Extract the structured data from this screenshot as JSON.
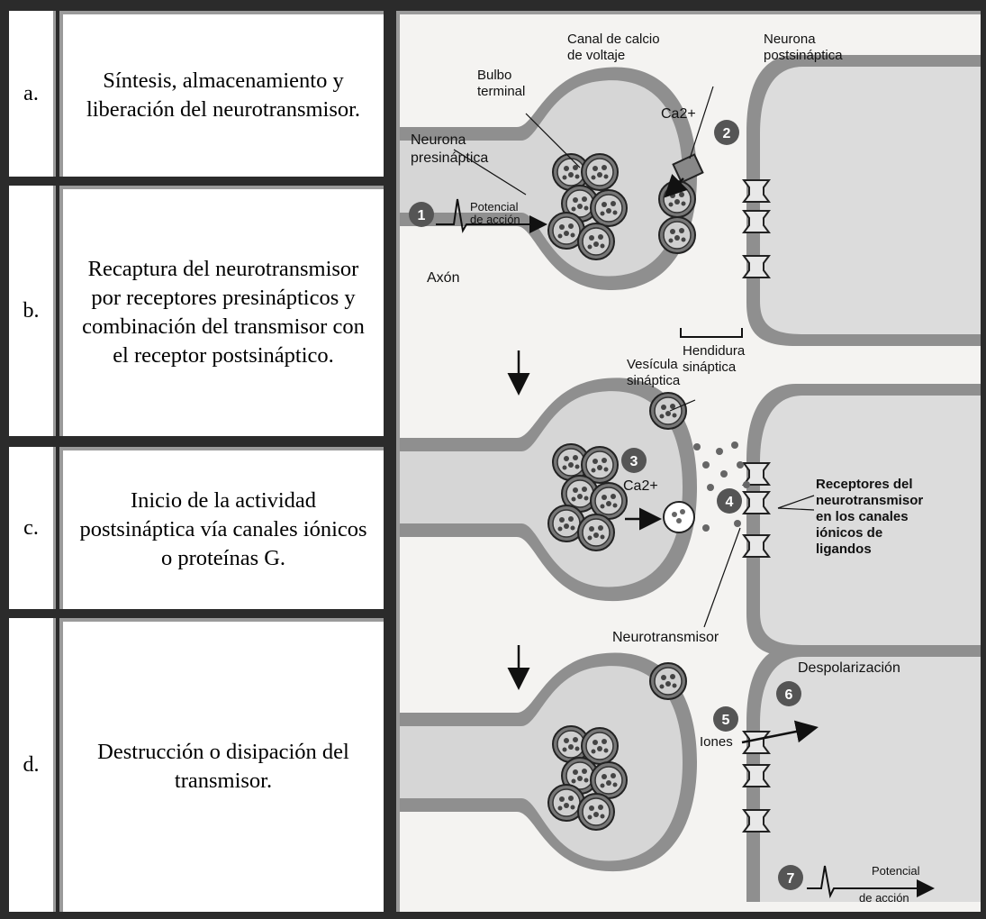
{
  "rows": [
    {
      "letter": "a.",
      "text": "Síntesis, almacenamiento y liberación del neurotransmisor."
    },
    {
      "letter": "b.",
      "text": "Recaptura del neurotransmisor por receptores presinápticos y combinación del transmisor con el receptor postsináptico."
    },
    {
      "letter": "c.",
      "text": "Inicio de la actividad postsináptica vía canales iónicos o proteínas G."
    },
    {
      "letter": "d.",
      "text": "Destrucción o disipación del transmisor."
    }
  ],
  "diagram": {
    "labels": {
      "canal_calcio": [
        "Canal de calcio",
        "de voltaje"
      ],
      "neurona_post": [
        "Neurona",
        "postsináptica"
      ],
      "bulbo": [
        "Bulbo",
        "terminal"
      ],
      "ca_top": "Ca2+",
      "neurona_pre": [
        "Neurona",
        "presináptica"
      ],
      "potencial_1": [
        "Potencial",
        "de acción"
      ],
      "axon": "Axón",
      "hendidura": [
        "Hendidura",
        "sináptica"
      ],
      "vesicula": [
        "Vesícula",
        "sináptica"
      ],
      "ca_mid": "Ca2+",
      "receptores": [
        "Receptores del",
        "neurotransmisor",
        "en los canales",
        "iónicos de",
        "ligandos"
      ],
      "neurotransmisor": "Neurotransmisor",
      "despolarizacion": "Despolarización",
      "iones": "Iones",
      "potencial_7": [
        "Potencial",
        "de acción"
      ]
    },
    "steps": [
      "1",
      "2",
      "3",
      "4",
      "5",
      "6",
      "7"
    ]
  }
}
